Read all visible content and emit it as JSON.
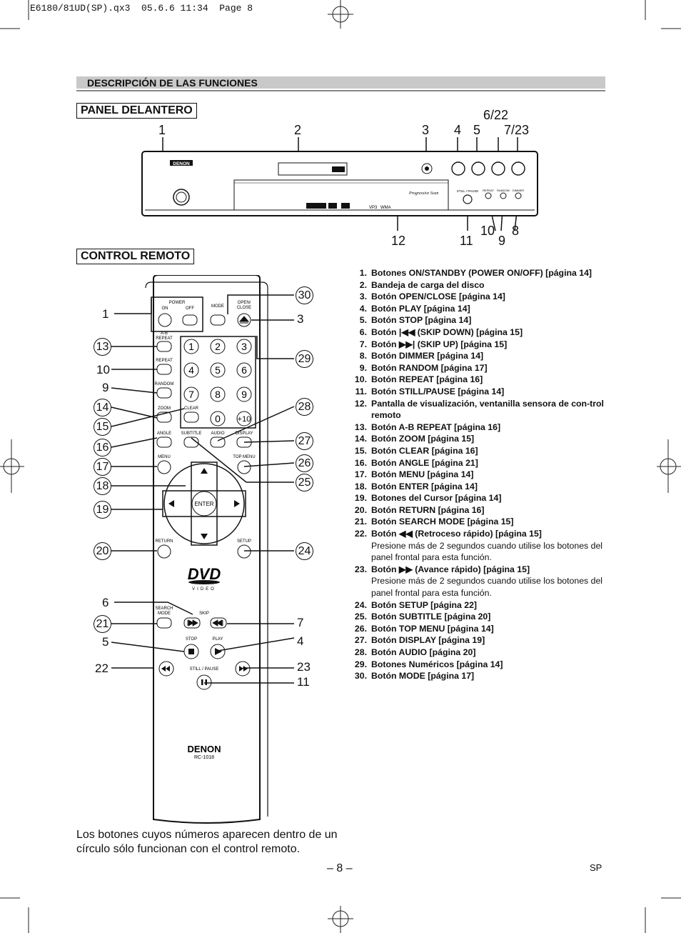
{
  "header": {
    "file_line": "E6180/81UD(SP).qx3  05.6.6 11:34  Page 8"
  },
  "section": {
    "title": "DESCRIPCIÓN DE LAS FUNCIONES"
  },
  "front_panel": {
    "title": "PANEL DELANTERO",
    "brand": "DENON",
    "callouts_top": [
      "1",
      "2",
      "3",
      "4",
      "5",
      "6/22",
      "7/23"
    ],
    "callouts_bottom": [
      "12",
      "11",
      "10",
      "9",
      "8"
    ],
    "labels": [
      "STILL / PAUSE",
      "REPEAT",
      "RANDOM",
      "DIMMER",
      "VP3",
      "WMA",
      "Progressive Scan"
    ]
  },
  "remote": {
    "title": "CONTROL REMOTO",
    "brand": "DENON",
    "model": "RC-1018",
    "dvd_text": "VIDEO",
    "buttons": {
      "power": "POWER",
      "on": "ON",
      "off": "OFF",
      "mode": "MODE",
      "open_close": "OPEN/ CLOSE",
      "ab_repeat": "A-B REPEAT",
      "repeat": "REPEAT",
      "random": "RANDOM",
      "zoom": "ZOOM",
      "clear": "CLEAR",
      "angle": "ANGLE",
      "subtitle": "SUBTITLE",
      "audio": "AUDIO",
      "display": "DISPLAY",
      "menu": "MENU",
      "top_menu": "TOP MENU",
      "enter": "ENTER",
      "return": "RETURN",
      "setup": "SETUP",
      "search_mode": "SEARCH MODE",
      "skip": "SKIP",
      "stop": "STOP",
      "play": "PLAY",
      "still_pause": "STILL / PAUSE",
      "digits": [
        "1",
        "2",
        "3",
        "4",
        "5",
        "6",
        "7",
        "8",
        "9",
        "0",
        "+10"
      ]
    },
    "callouts_left": [
      "1",
      "13",
      "10",
      "9",
      "14",
      "15",
      "16",
      "17",
      "18",
      "19",
      "20",
      "6",
      "21",
      "5",
      "22"
    ],
    "callouts_right": [
      "30",
      "3",
      "29",
      "28",
      "27",
      "26",
      "25",
      "24",
      "7",
      "4",
      "23",
      "11"
    ]
  },
  "functions": [
    {
      "n": "1.",
      "t": "Botones ON/STANDBY (POWER ON/OFF) [página 14]"
    },
    {
      "n": "2.",
      "t": "Bandeja de carga del disco"
    },
    {
      "n": "3.",
      "t": "Botón OPEN/CLOSE [página 14]"
    },
    {
      "n": "4.",
      "t": "Botón PLAY [página 14]"
    },
    {
      "n": "5.",
      "t": "Botón STOP [página 14]"
    },
    {
      "n": "6.",
      "t": "Botón |◀◀ (SKIP DOWN) [página 15]"
    },
    {
      "n": "7.",
      "t": "Botón ▶▶| (SKIP UP) [página 15]"
    },
    {
      "n": "8.",
      "t": "Botón DIMMER [página 14]"
    },
    {
      "n": "9.",
      "t": "Botón RANDOM [página 17]"
    },
    {
      "n": "10.",
      "t": "Botón REPEAT [página 16]"
    },
    {
      "n": "11.",
      "t": "Botón STILL/PAUSE [página 14]"
    },
    {
      "n": "12.",
      "t": "Pantalla de visualización, ventanilla sensora de con-trol remoto"
    },
    {
      "n": "13.",
      "t": "Botón A-B REPEAT [página 16]"
    },
    {
      "n": "14.",
      "t": "Botón ZOOM [página 15]"
    },
    {
      "n": "15.",
      "t": "Botón CLEAR [página 16]"
    },
    {
      "n": "16.",
      "t": "Botón ANGLE [página 21]"
    },
    {
      "n": "17.",
      "t": "Botón MENU [página 14]"
    },
    {
      "n": "18.",
      "t": "Botón ENTER [página 14]"
    },
    {
      "n": "19.",
      "t": "Botones del Cursor [página 14]"
    },
    {
      "n": "20.",
      "t": "Botón RETURN [página 16]"
    },
    {
      "n": "21.",
      "t": "Botón SEARCH MODE [página 15]"
    },
    {
      "n": "22.",
      "t": "Botón ◀◀ (Retroceso rápido) [página 15]",
      "sub": "Presione más de 2 segundos cuando utilise los botones del panel frontal para esta función."
    },
    {
      "n": "23.",
      "t": "Botón ▶▶ (Avance rápido) [página 15]",
      "sub": "Presione más de 2 segundos cuando utilise los botones del panel frontal para esta función."
    },
    {
      "n": "24.",
      "t": "Botón SETUP [página 22]"
    },
    {
      "n": "25.",
      "t": "Botón SUBTITLE [página 20]"
    },
    {
      "n": "26.",
      "t": "Botón TOP MENU [página 14]"
    },
    {
      "n": "27.",
      "t": "Botón DISPLAY [página 19]"
    },
    {
      "n": "28.",
      "t": "Botón AUDIO [página 20]"
    },
    {
      "n": "29.",
      "t": "Botones Numéricos [página 14]"
    },
    {
      "n": "30.",
      "t": "Botón MODE [página 17]"
    }
  ],
  "note": "Los botones cuyos números aparecen dentro de un círculo sólo funcionan con el control remoto.",
  "footer": {
    "page": "– 8 –",
    "lang": "SP"
  }
}
